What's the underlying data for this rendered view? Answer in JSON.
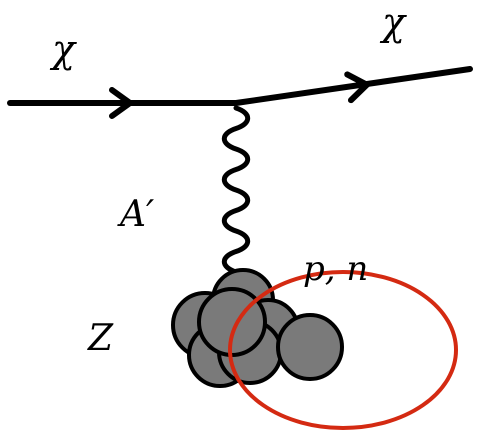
{
  "labels": {
    "chi_in": "χ",
    "chi_out": "χ",
    "mediator": "A′",
    "nucleus": "Z",
    "nucleons": "p, n"
  },
  "colors": {
    "line": "#000000",
    "nucleon_fill": "#7a7a7a",
    "nucleon_stroke": "#000000",
    "highlight_ellipse": "#d42a12",
    "background": "#ffffff"
  }
}
